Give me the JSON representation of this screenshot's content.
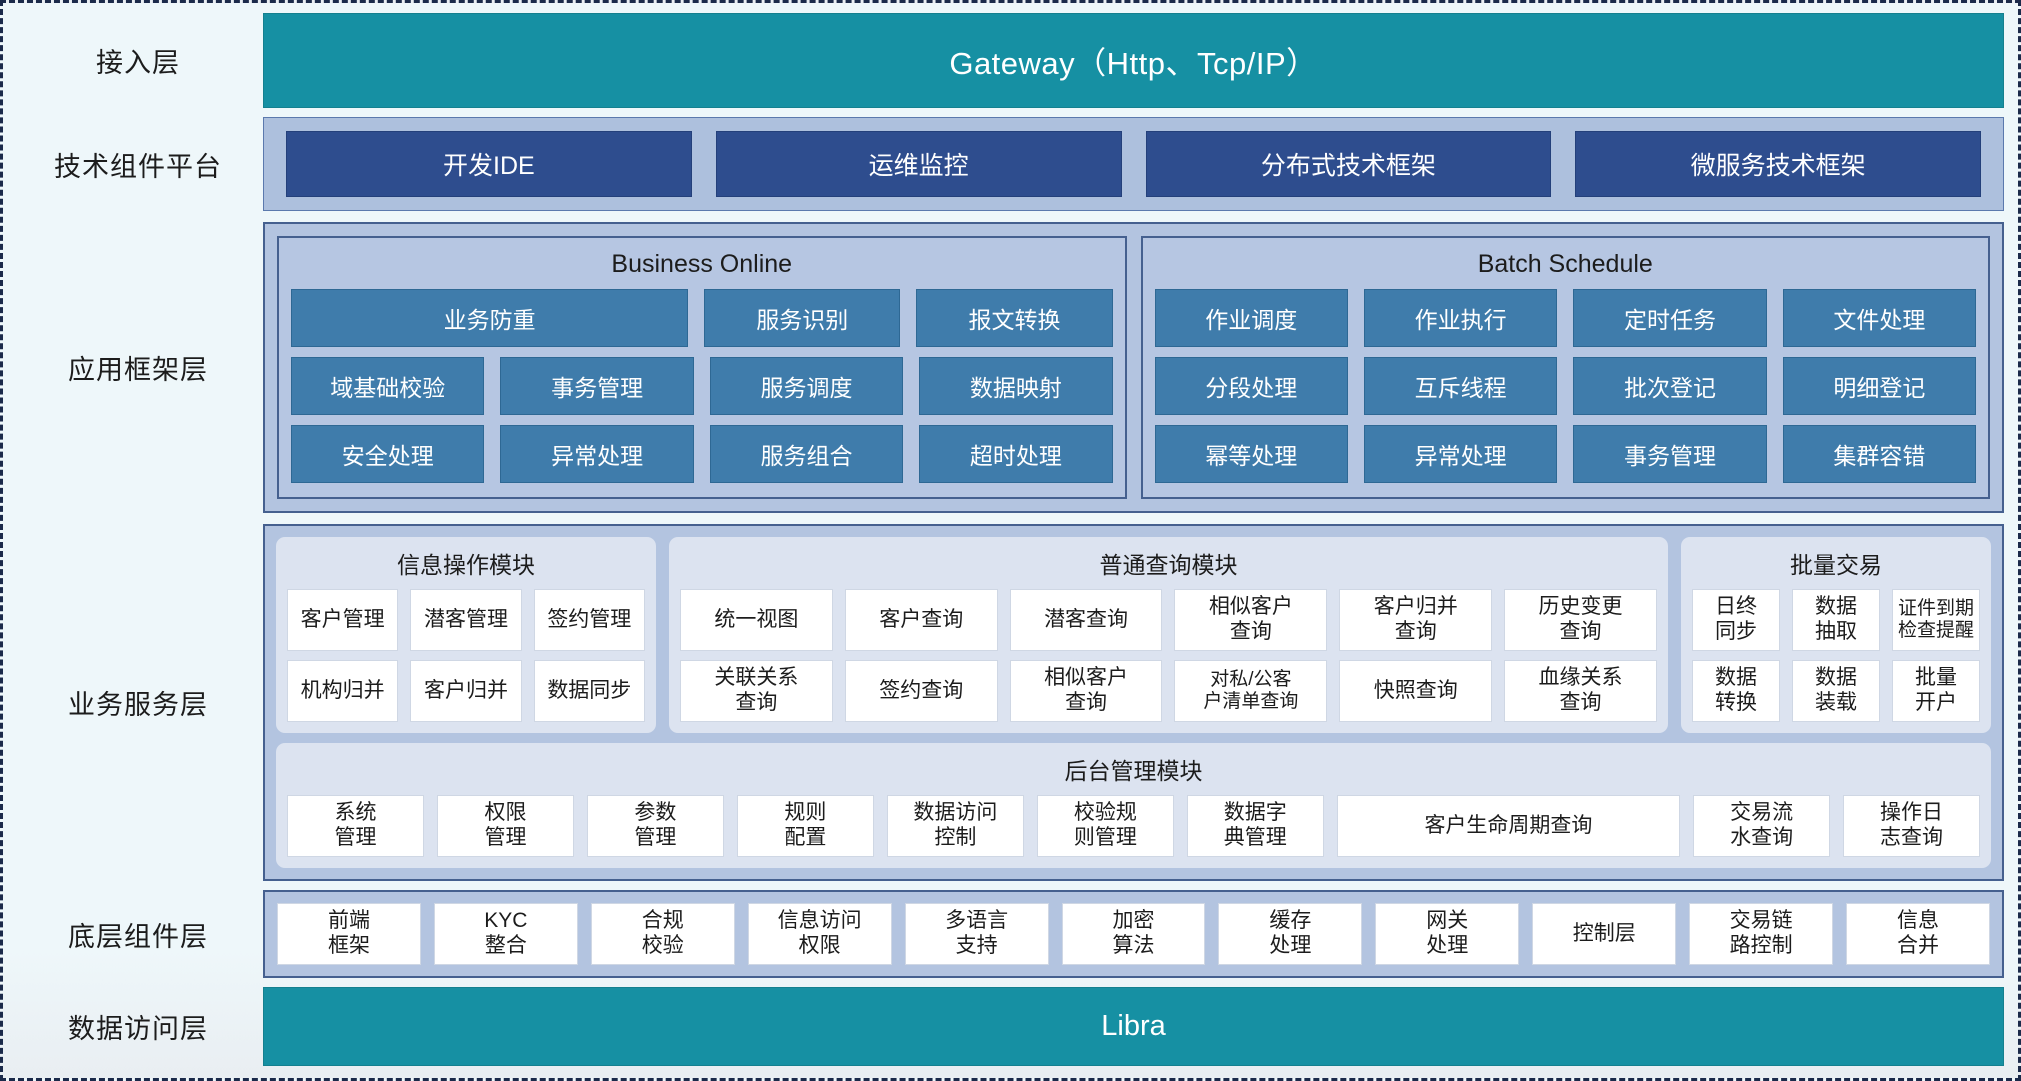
{
  "layers": [
    {
      "label": "接入层"
    },
    {
      "label": "技术组件平台"
    },
    {
      "label": "应用框架层"
    },
    {
      "label": "业务服务层"
    },
    {
      "label": "底层组件层"
    },
    {
      "label": "数据访问层"
    }
  ],
  "gateway": {
    "title": "Gateway（Http、Tcp/IP）"
  },
  "data_access": {
    "title": "Libra"
  },
  "tech_platform": {
    "items": [
      {
        "label": "开发IDE"
      },
      {
        "label": "运维监控"
      },
      {
        "label": "分布式技术框架"
      },
      {
        "label": "微服务技术框架"
      }
    ]
  },
  "app_framework": {
    "panels": [
      {
        "title": "Business Online",
        "rows": [
          [
            {
              "label": "业务防重",
              "span": 2
            },
            {
              "label": "服务识别"
            },
            {
              "label": "报文转换"
            }
          ],
          [
            {
              "label": "域基础校验"
            },
            {
              "label": "事务管理"
            },
            {
              "label": "服务调度"
            },
            {
              "label": "数据映射"
            }
          ],
          [
            {
              "label": "安全处理"
            },
            {
              "label": "异常处理"
            },
            {
              "label": "服务组合"
            },
            {
              "label": "超时处理"
            }
          ]
        ]
      },
      {
        "title": "Batch Schedule",
        "rows": [
          [
            {
              "label": "作业调度"
            },
            {
              "label": "作业执行"
            },
            {
              "label": "定时任务"
            },
            {
              "label": "文件处理"
            }
          ],
          [
            {
              "label": "分段处理"
            },
            {
              "label": "互斥线程"
            },
            {
              "label": "批次登记"
            },
            {
              "label": "明细登记"
            }
          ],
          [
            {
              "label": "幂等处理"
            },
            {
              "label": "异常处理"
            },
            {
              "label": "事务管理"
            },
            {
              "label": "集群容错"
            }
          ]
        ]
      }
    ]
  },
  "business_service": {
    "modules": [
      {
        "title": "信息操作模块",
        "rows": [
          [
            {
              "label": "客户管理"
            },
            {
              "label": "潜客管理"
            },
            {
              "label": "签约管理"
            }
          ],
          [
            {
              "label": "机构归并"
            },
            {
              "label": "客户归并"
            },
            {
              "label": "数据同步"
            }
          ]
        ]
      },
      {
        "title": "普通查询模块",
        "rows": [
          [
            {
              "label": "统一视图"
            },
            {
              "label": "客户查询"
            },
            {
              "label": "潜客查询"
            },
            {
              "label": "相似客户\n查询"
            },
            {
              "label": "客户归并\n查询"
            },
            {
              "label": "历史变更\n查询"
            }
          ],
          [
            {
              "label": "关联关系\n查询"
            },
            {
              "label": "签约查询"
            },
            {
              "label": "相似客户\n查询"
            },
            {
              "label": "对私/公客\n户清单查询"
            },
            {
              "label": "快照查询"
            },
            {
              "label": "血缘关系\n查询"
            }
          ]
        ]
      },
      {
        "title": "批量交易",
        "rows": [
          [
            {
              "label": "日终\n同步"
            },
            {
              "label": "数据\n抽取"
            },
            {
              "label": "证件到期\n检查提醒"
            }
          ],
          [
            {
              "label": "数据\n转换"
            },
            {
              "label": "数据\n装载"
            },
            {
              "label": "批量\n开户"
            }
          ]
        ]
      }
    ],
    "back_office": {
      "title": "后台管理模块",
      "row": [
        {
          "label": "系统\n管理"
        },
        {
          "label": "权限\n管理"
        },
        {
          "label": "参数\n管理"
        },
        {
          "label": "规则\n配置"
        },
        {
          "label": "数据访问\n控制"
        },
        {
          "label": "校验规\n则管理"
        },
        {
          "label": "数据字\n典管理"
        },
        {
          "label": "客户生命周期查询",
          "wide": true
        },
        {
          "label": "交易流\n水查询"
        },
        {
          "label": "操作日\n志查询"
        }
      ]
    }
  },
  "base_components": {
    "items": [
      {
        "label": "前端\n框架"
      },
      {
        "label": "KYC\n整合"
      },
      {
        "label": "合规\n校验"
      },
      {
        "label": "信息访问\n权限"
      },
      {
        "label": "多语言\n支持"
      },
      {
        "label": "加密\n算法"
      },
      {
        "label": "缓存\n处理"
      },
      {
        "label": "网关\n处理"
      },
      {
        "label": "控制层"
      },
      {
        "label": "交易链\n路控制"
      },
      {
        "label": "信息\n合并"
      }
    ]
  },
  "colors": {
    "teal": "#1690a3",
    "dark_blue_chip": "#2e4d8e",
    "panel_blue": "#b3c4e0",
    "chip_blue": "#3f7cab",
    "module_bg": "#dce3f0"
  }
}
